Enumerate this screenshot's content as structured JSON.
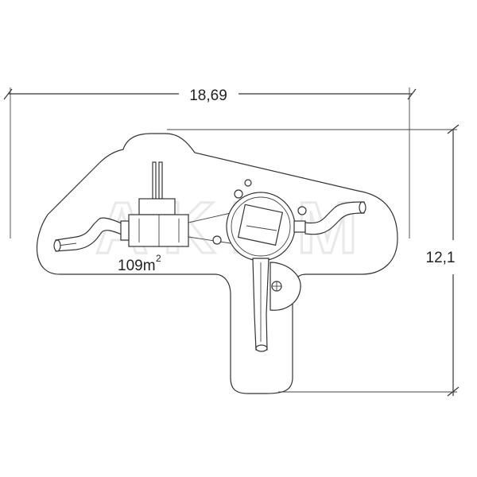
{
  "dimensions": {
    "width": "18,69",
    "height": "12,1"
  },
  "area": {
    "value": "109m",
    "superscript": "2"
  },
  "watermark": "AKBM"
}
